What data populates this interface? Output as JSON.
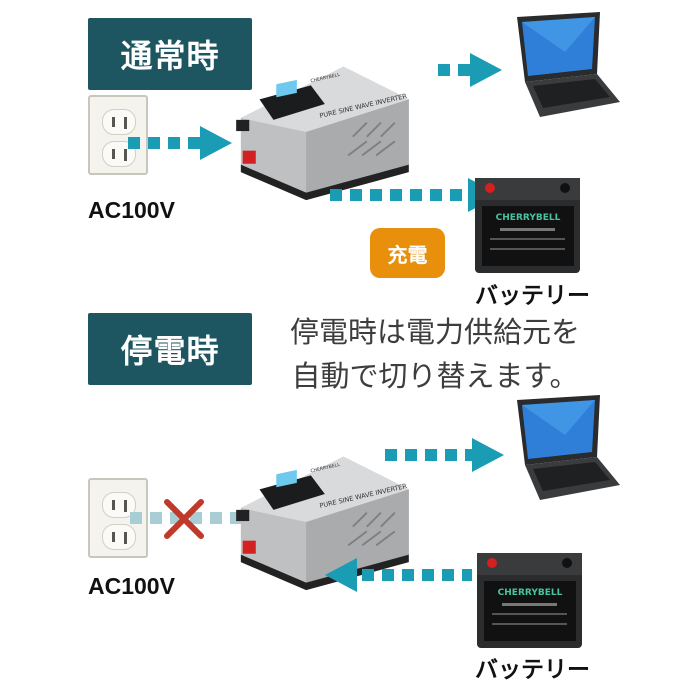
{
  "normal": {
    "label": "通常時",
    "ac_label": "AC100V",
    "charge_badge": "充電",
    "battery_label": "バッテリー"
  },
  "outage": {
    "label": "停電時",
    "description_line1": "停電時は電力供給元を",
    "description_line2": "自動で切り替えます。",
    "ac_label": "AC100V",
    "battery_label": "バッテリー"
  },
  "product": {
    "inverter_text": "PURE SINE WAVE INVERTER",
    "brand": "CHERRYBELL"
  },
  "colors": {
    "label_bg": "#1d5661",
    "arrow": "#1a9cb5",
    "arrow_inactive": "#a8cdd4",
    "badge": "#e8900c",
    "cross": "#c0392b"
  }
}
